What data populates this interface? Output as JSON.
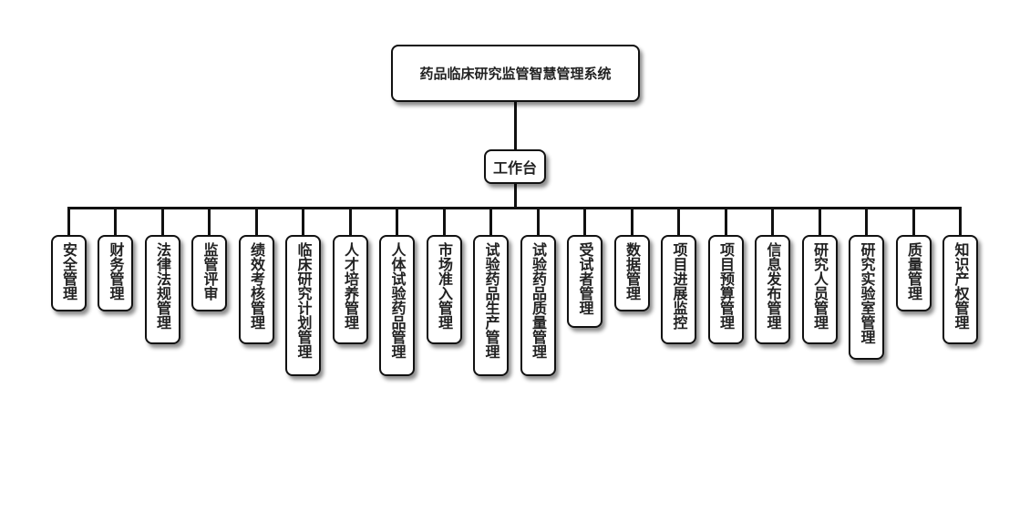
{
  "root": {
    "label": "药品临床研究监管智慧管理系统"
  },
  "hub": {
    "label": "工作台"
  },
  "modules": [
    "安全管理",
    "财务管理",
    "法律法规管理",
    "监管评审",
    "绩效考核管理",
    "临床研究计划管理",
    "人才培养管理",
    "人体试验药品管理",
    "市场准入管理",
    "试验药品生产管理",
    "试验药品质量管理",
    "受试者管理",
    "数据管理",
    "项目进展监控",
    "项目预算管理",
    "信息发布管理",
    "研究人员管理",
    "研究实验室管理",
    "质量管理",
    "知识产权管理"
  ]
}
